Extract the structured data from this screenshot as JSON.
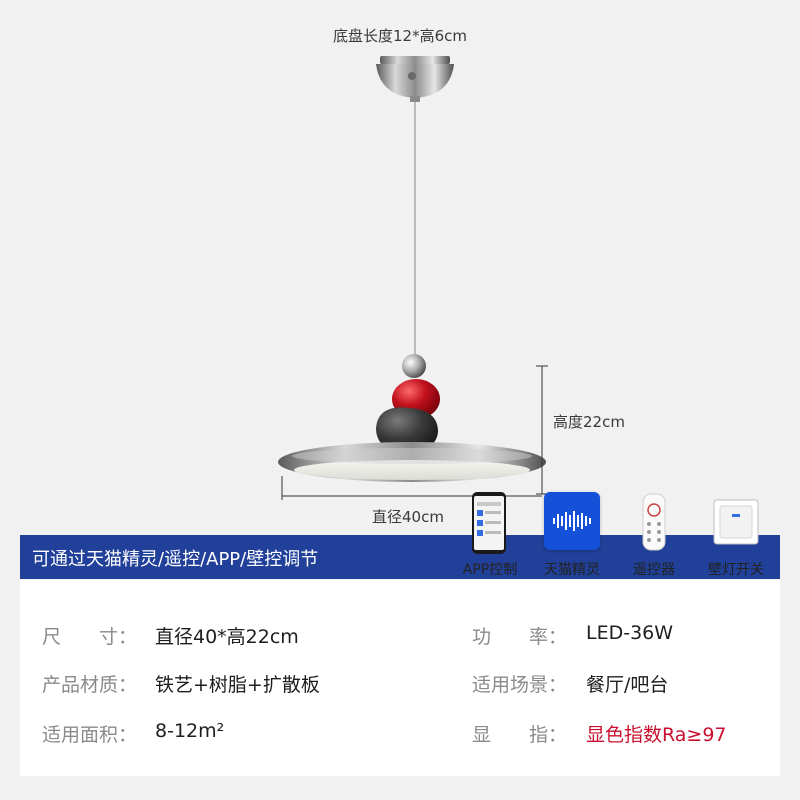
{
  "dimensions": {
    "base_label": "底盘长度12*高6cm",
    "height_label": "高度22cm",
    "diameter_label": "直径40cm"
  },
  "banner": {
    "title": "可通过天猫精灵/遥控/APP/壁控调节"
  },
  "features": [
    {
      "label": "APP控制",
      "icon": "smartphone-icon"
    },
    {
      "label": "天猫精灵",
      "icon": "tmall-genie-icon"
    },
    {
      "label": "遥控器",
      "icon": "remote-control-icon"
    },
    {
      "label": "壁灯开关",
      "icon": "wall-switch-icon"
    }
  ],
  "specs": [
    {
      "key": "尺　　寸：",
      "value": "直径40*高22cm"
    },
    {
      "key": "功　　率：",
      "value": "LED-36W"
    },
    {
      "key": "产品材质：",
      "value": "铁艺+树脂+扩散板"
    },
    {
      "key": "适用场景：",
      "value": "餐厅/吧台"
    },
    {
      "key": "适用面积：",
      "value": "8-12m²"
    },
    {
      "key": "显　　指：",
      "value": "显色指数Ra≥97"
    }
  ],
  "colors": {
    "banner": "#21409a",
    "highlight": "#c8102e",
    "stone_red": "#b3101c",
    "stone_dark": "#3a3a3a",
    "chrome": "#9a9a9a"
  }
}
